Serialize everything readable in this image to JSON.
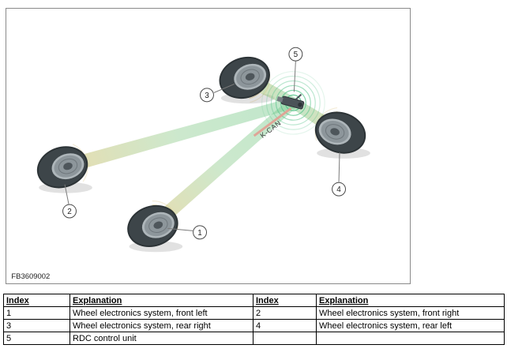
{
  "diagram": {
    "image_id": "FB3609002",
    "bus_label": "K-CAN",
    "callouts": [
      "1",
      "2",
      "3",
      "4",
      "5"
    ],
    "colors": {
      "signal_green": "#54c389",
      "signal_yellow": "#c9a23e",
      "kcan_wire": "#e0a193",
      "beam_start": "#d4c06e",
      "beam_end": "#74c98c"
    }
  },
  "table": {
    "headers": [
      "Index",
      "Explanation",
      "Index",
      "Explanation"
    ],
    "rows": [
      [
        "1",
        "Wheel electronics system, front left",
        "2",
        "Wheel electronics system, front right"
      ],
      [
        "3",
        "Wheel electronics system, rear right",
        "4",
        "Wheel electronics system, rear left"
      ],
      [
        "5",
        "RDC control unit",
        "",
        ""
      ]
    ]
  }
}
